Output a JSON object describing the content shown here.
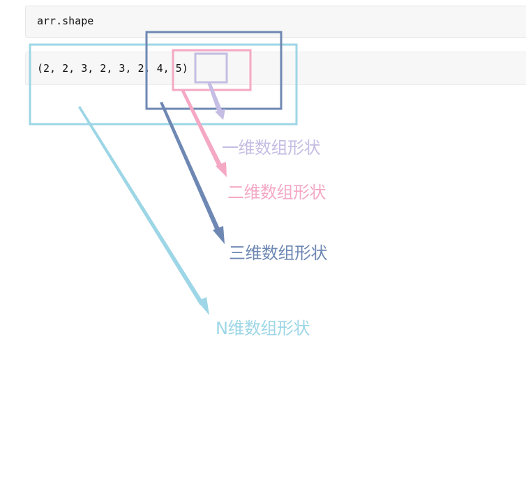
{
  "code": {
    "input": "arr.shape",
    "output": "(2, 2, 3, 2, 3, 2, 4, 5)"
  },
  "labels": {
    "one_d": "一维数组形状",
    "two_d": "二维数组形状",
    "three_d": "三维数组形状",
    "n_d": "N维数组形状"
  },
  "colors": {
    "one_d": "#c5bde3",
    "two_d": "#f4a8c4",
    "three_d": "#6e88b3",
    "n_d": "#9dd6e6"
  }
}
